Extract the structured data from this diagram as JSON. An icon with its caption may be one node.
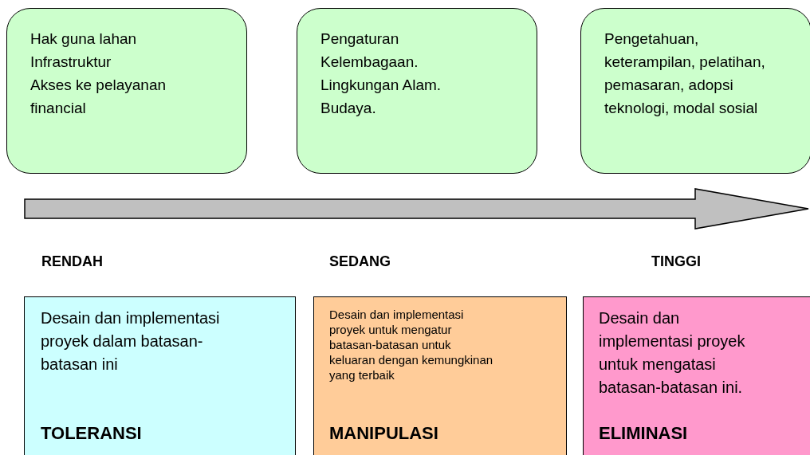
{
  "diagram": {
    "nodes": [
      {
        "text": [
          "Hak guna lahan",
          "Infrastruktur",
          "Akses ke pelayanan financial"
        ]
      },
      {
        "text": [
          "Pengaturan Kelembagaan.",
          "Lingkungan Alam.",
          "Budaya."
        ]
      },
      {
        "text": [
          "Pengetahuan, keterampilan, pelatihan, pemasaran, adopsi teknologi, modal sosial"
        ]
      },
      {
        "text": [
          "Desain dan implementasi proyek dalam batasan-batasan ini",
          "TOLERANSI"
        ]
      },
      {
        "text": [
          "Desain dan implementasi proyek untuk mengatur batasan-batasan untuk keluaran dengan kemungkinan yang terbaik",
          "MANIPULASI"
        ]
      },
      {
        "text": [
          "Desain dan implementasi proyek untuk mengatasi batasan-batasan ini.",
          "ELIMINASI"
        ]
      }
    ],
    "labels": [
      "RENDAH",
      "SEDANG",
      "TINGGI"
    ]
  }
}
